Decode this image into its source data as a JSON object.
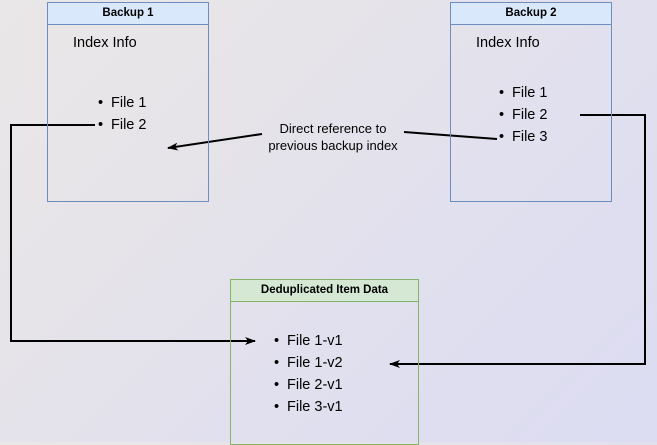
{
  "diagram": {
    "title_hidden": "",
    "colors": {
      "blue_border": "#6c8ebf",
      "blue_fill": "#dae8fc",
      "green_border": "#82b366",
      "green_fill": "#d5e8d4",
      "edge": "#000000",
      "bg_start": "#e9e7e7",
      "bg_end": "#dcdcf2"
    },
    "nodes": {
      "backup1": {
        "header": "Backup 1",
        "section_label": "Index Info",
        "items": [
          "File 1",
          "File 2"
        ]
      },
      "backup2": {
        "header": "Backup 2",
        "section_label": "Index Info",
        "items": [
          "File 1",
          "File 2",
          "File 3"
        ]
      },
      "dedup": {
        "header": "Deduplicated Item Data",
        "items": [
          "File 1-v1",
          "File 1-v2",
          "File 2-v1",
          "File 3-v1"
        ]
      }
    },
    "edges": {
      "reference_label": "Direct reference to\nprevious backup index"
    }
  }
}
